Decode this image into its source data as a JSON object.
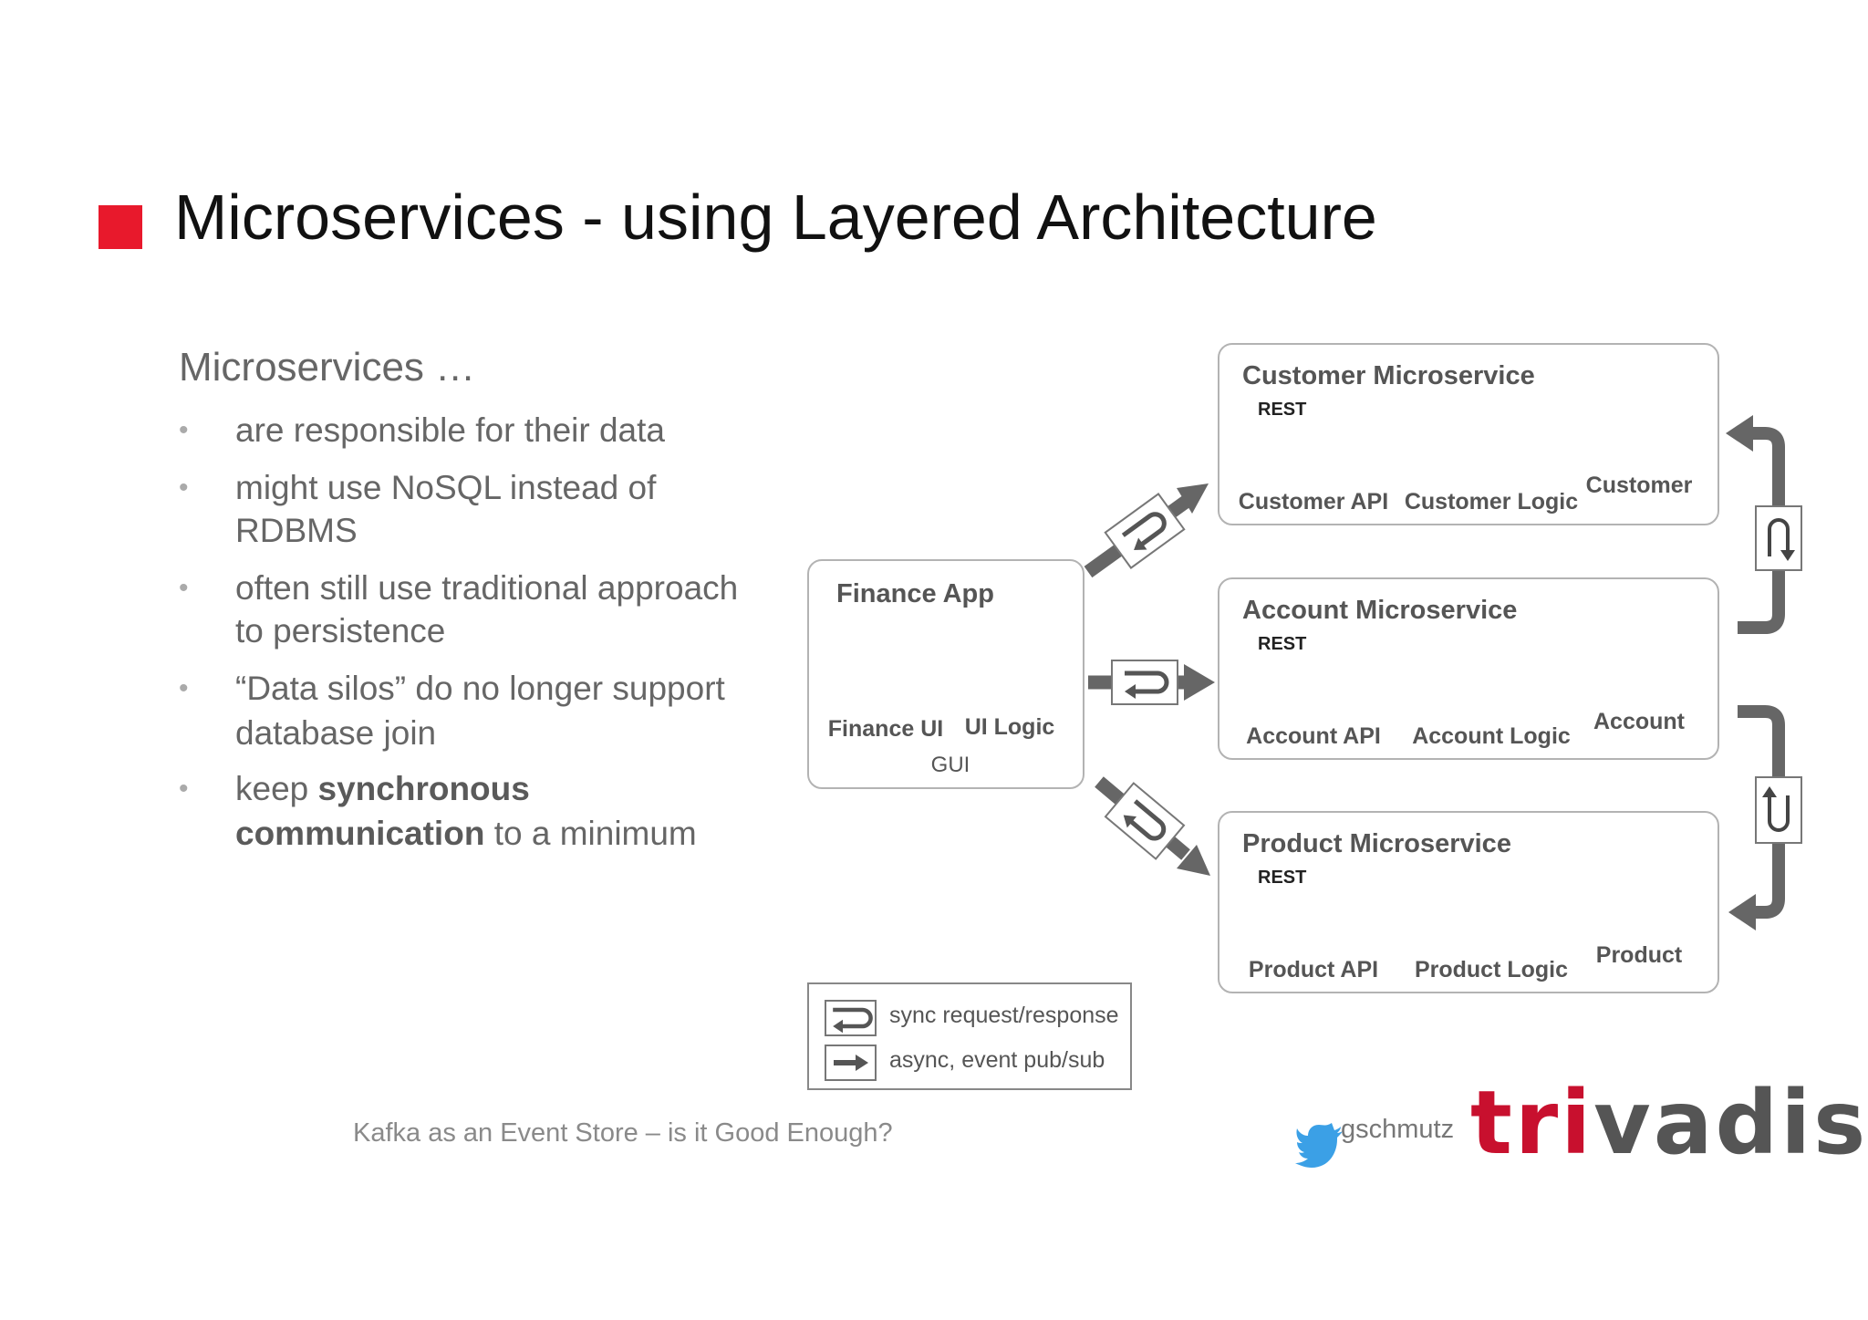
{
  "slide": {
    "title": "Microservices - using Layered Architecture",
    "lead": "Microservices …",
    "bullets": [
      {
        "line1": "are responsible for their data",
        "line2": ""
      },
      {
        "line1": "might use NoSQL instead of",
        "line2": "RDBMS"
      },
      {
        "line1": "often still use traditional approach",
        "line2": "to persistence"
      },
      {
        "line1": "“Data silos” do no longer support",
        "line2": "database join"
      },
      {
        "line1a": "keep ",
        "line1b": "synchronous",
        "line2a": "communication",
        "line2b": " to a minimum"
      }
    ],
    "footer": "Kafka as an Event Store – is it Good Enough?",
    "twitter_handle": "gschmutz",
    "logo_red": "tri",
    "logo_grey": "vadis"
  },
  "diagram": {
    "finance_app": {
      "title": "Finance App",
      "ui_label": "Finance UI",
      "logic_label": "UI Logic",
      "gui_label": "GUI"
    },
    "services": [
      {
        "title": "Customer Microservice",
        "api": "Customer API",
        "logic": "Customer Logic",
        "db": "Customer",
        "rest": "REST"
      },
      {
        "title": "Account Microservice",
        "api": "Account API",
        "logic": "Account Logic",
        "db": "Account",
        "rest": "REST"
      },
      {
        "title": "Product Microservice",
        "api": "Product API",
        "logic": "Product Logic",
        "db": "Product",
        "rest": "REST"
      }
    ],
    "legend": {
      "sync": "sync request/response",
      "async": "async, event pub/sub"
    }
  },
  "colors": {
    "accent": "#e8192c",
    "logo_red": "#c8102e",
    "arrow_grey": "#666666",
    "box_border": "#b3b3b3"
  }
}
